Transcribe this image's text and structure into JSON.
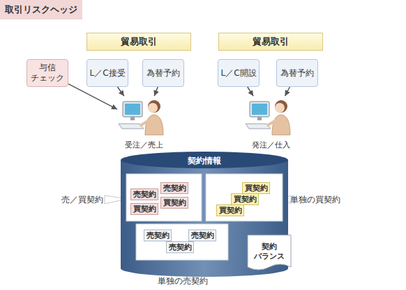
{
  "diagram": {
    "title": "取引リスクヘッジ",
    "nodes": [
      {
        "text": [
          "貿易取引"
        ]
      },
      {
        "text": [
          "貿易取引"
        ]
      },
      {
        "text": [
          "与信 チェック"
        ]
      },
      {
        "text": [
          "L／C接受"
        ]
      },
      {
        "text": [
          "為替予約"
        ]
      },
      {
        "text": [
          "L／C開設"
        ]
      },
      {
        "text": [
          "為替予約"
        ]
      },
      {
        "text": [
          "受注／売上"
        ]
      },
      {
        "text": [
          "発注／仕入"
        ]
      },
      {
        "text": [
          "契約情報"
        ]
      },
      {
        "text": [
          "売契約"
        ],
        "in": 9
      },
      {
        "text": [
          "売契約"
        ],
        "in": 9
      },
      {
        "text": [
          "買契約"
        ],
        "in": 9
      },
      {
        "text": [
          "買契約"
        ],
        "in": 9
      },
      {
        "text": [
          "買契約"
        ],
        "in": 9
      },
      {
        "text": [
          "買契約"
        ],
        "in": 9
      },
      {
        "text": [
          "買契約"
        ],
        "in": 9
      },
      {
        "text": [
          "売契約"
        ],
        "in": 9
      },
      {
        "text": [
          "売契約"
        ],
        "in": 9
      },
      {
        "text": [
          "売契約"
        ],
        "in": 9
      },
      {
        "text": [
          "契約 バランス"
        ],
        "in": 9
      }
    ],
    "edges": [
      {
        "from": 2,
        "to": 7,
        "arrow": "to"
      },
      {
        "from": 3,
        "to": 7,
        "arrow": "to"
      },
      {
        "from": 4,
        "to": 7,
        "arrow": "to"
      },
      {
        "from": 5,
        "to": 8,
        "arrow": "to"
      },
      {
        "from": 6,
        "to": 8,
        "arrow": "to"
      }
    ],
    "labels": [
      "売／買契約",
      "単独の買契約",
      "単独の売契約"
    ]
  }
}
